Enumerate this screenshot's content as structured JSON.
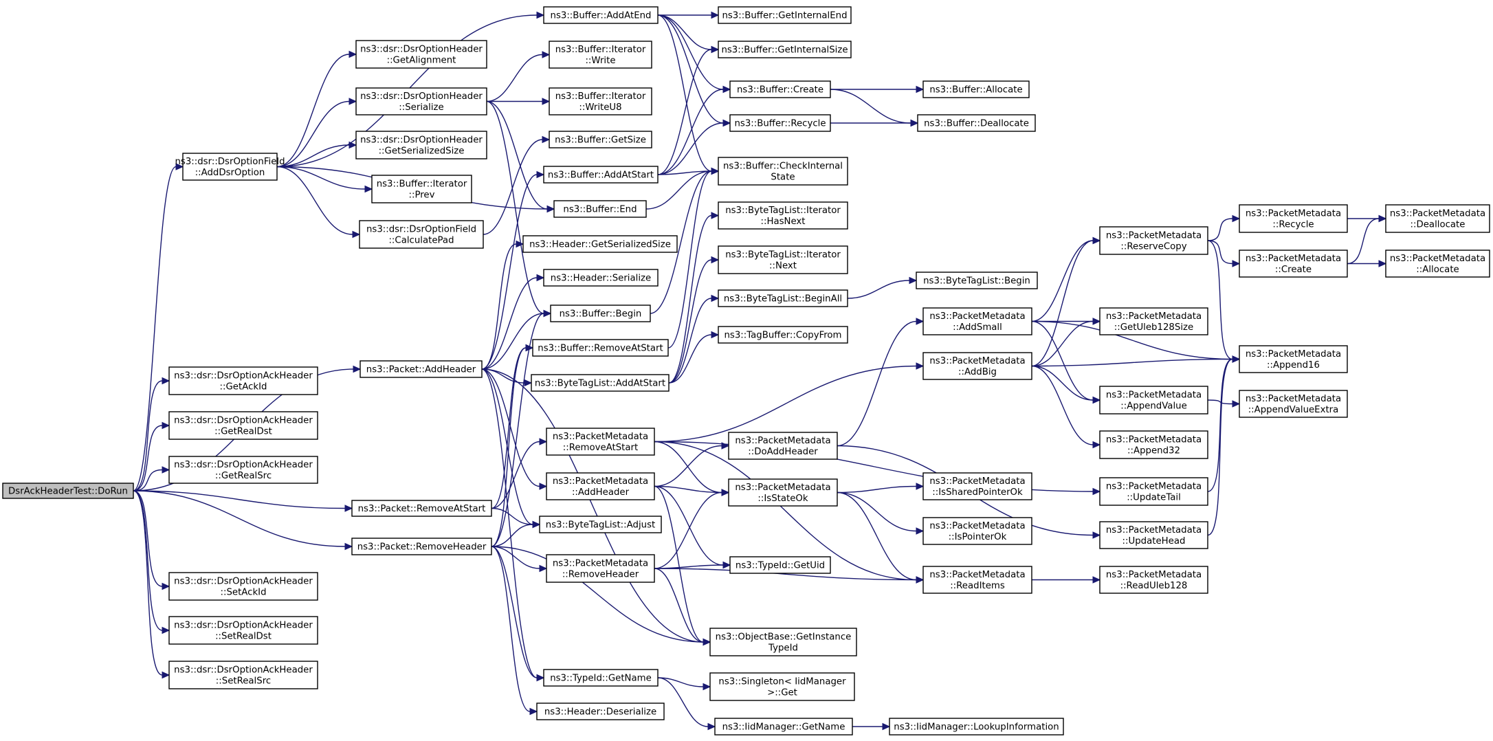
{
  "colors": {
    "edge": "#191970",
    "node_border": "#000000",
    "root_fill": "#bfbfbf",
    "node_fill": "#ffffff"
  },
  "nodes": [
    {
      "id": "root",
      "lines": [
        "DsrAckHeaderTest::DoRun"
      ],
      "root": true
    },
    {
      "id": "addDsrOption",
      "lines": [
        "ns3::dsr::DsrOptionField",
        "::AddDsrOption"
      ]
    },
    {
      "id": "addHeader",
      "lines": [
        "ns3::Packet::AddHeader"
      ]
    },
    {
      "id": "getAckId",
      "lines": [
        "ns3::dsr::DsrOptionAckHeader",
        "::GetAckId"
      ]
    },
    {
      "id": "getRealDst",
      "lines": [
        "ns3::dsr::DsrOptionAckHeader",
        "::GetRealDst"
      ]
    },
    {
      "id": "getRealSrc",
      "lines": [
        "ns3::dsr::DsrOptionAckHeader",
        "::GetRealSrc"
      ]
    },
    {
      "id": "pktRemoveAtStart",
      "lines": [
        "ns3::Packet::RemoveAtStart"
      ]
    },
    {
      "id": "pktRemoveHeader",
      "lines": [
        "ns3::Packet::RemoveHeader"
      ]
    },
    {
      "id": "setAckId",
      "lines": [
        "ns3::dsr::DsrOptionAckHeader",
        "::SetAckId"
      ]
    },
    {
      "id": "setRealDst",
      "lines": [
        "ns3::dsr::DsrOptionAckHeader",
        "::SetRealDst"
      ]
    },
    {
      "id": "setRealSrc",
      "lines": [
        "ns3::dsr::DsrOptionAckHeader",
        "::SetRealSrc"
      ]
    },
    {
      "id": "getAlignment",
      "lines": [
        "ns3::dsr::DsrOptionHeader",
        "::GetAlignment"
      ]
    },
    {
      "id": "ohSerialize",
      "lines": [
        "ns3::dsr::DsrOptionHeader",
        "::Serialize"
      ]
    },
    {
      "id": "ohGetSerSize",
      "lines": [
        "ns3::dsr::DsrOptionHeader",
        "::GetSerializedSize"
      ]
    },
    {
      "id": "iterPrev",
      "lines": [
        "ns3::Buffer::Iterator",
        "::Prev"
      ]
    },
    {
      "id": "calcPad",
      "lines": [
        "ns3::dsr::DsrOptionField",
        "::CalculatePad"
      ]
    },
    {
      "id": "bufAddAtEnd",
      "lines": [
        "ns3::Buffer::AddAtEnd"
      ]
    },
    {
      "id": "iterWrite",
      "lines": [
        "ns3::Buffer::Iterator",
        "::Write"
      ]
    },
    {
      "id": "iterWriteU8",
      "lines": [
        "ns3::Buffer::Iterator",
        "::WriteU8"
      ]
    },
    {
      "id": "bufGetSize",
      "lines": [
        "ns3::Buffer::GetSize"
      ]
    },
    {
      "id": "bufAddAtStart",
      "lines": [
        "ns3::Buffer::AddAtStart"
      ]
    },
    {
      "id": "bufEnd",
      "lines": [
        "ns3::Buffer::End"
      ]
    },
    {
      "id": "hdrGetSerSize",
      "lines": [
        "ns3::Header::GetSerializedSize"
      ]
    },
    {
      "id": "hdrSerialize",
      "lines": [
        "ns3::Header::Serialize"
      ]
    },
    {
      "id": "bufBegin",
      "lines": [
        "ns3::Buffer::Begin"
      ]
    },
    {
      "id": "bufRemoveAtStart",
      "lines": [
        "ns3::Buffer::RemoveAtStart"
      ]
    },
    {
      "id": "btlAddAtStart",
      "lines": [
        "ns3::ByteTagList::AddAtStart"
      ]
    },
    {
      "id": "pmRemoveAtStart",
      "lines": [
        "ns3::PacketMetadata",
        "::RemoveAtStart"
      ]
    },
    {
      "id": "pmAddHeader",
      "lines": [
        "ns3::PacketMetadata",
        "::AddHeader"
      ]
    },
    {
      "id": "btlAdjust",
      "lines": [
        "ns3::ByteTagList::Adjust"
      ]
    },
    {
      "id": "pmRemoveHeader",
      "lines": [
        "ns3::PacketMetadata",
        "::RemoveHeader"
      ]
    },
    {
      "id": "typeIdGetName",
      "lines": [
        "ns3::TypeId::GetName"
      ]
    },
    {
      "id": "hdrDeserialize",
      "lines": [
        "ns3::Header::Deserialize"
      ]
    },
    {
      "id": "bufGetInternalEnd",
      "lines": [
        "ns3::Buffer::GetInternalEnd"
      ]
    },
    {
      "id": "bufGetInternalSize",
      "lines": [
        "ns3::Buffer::GetInternalSize"
      ]
    },
    {
      "id": "bufCreate",
      "lines": [
        "ns3::Buffer::Create"
      ]
    },
    {
      "id": "bufRecycle",
      "lines": [
        "ns3::Buffer::Recycle"
      ]
    },
    {
      "id": "bufCheckInternalState",
      "lines": [
        "ns3::Buffer::CheckInternal",
        "State"
      ]
    },
    {
      "id": "btlIterHasNext",
      "lines": [
        "ns3::ByteTagList::Iterator",
        "::HasNext"
      ]
    },
    {
      "id": "btlIterNext",
      "lines": [
        "ns3::ByteTagList::Iterator",
        "::Next"
      ]
    },
    {
      "id": "btlBeginAll",
      "lines": [
        "ns3::ByteTagList::BeginAll"
      ]
    },
    {
      "id": "tagBufCopyFrom",
      "lines": [
        "ns3::TagBuffer::CopyFrom"
      ]
    },
    {
      "id": "pmDoAddHeader",
      "lines": [
        "ns3::PacketMetadata",
        "::DoAddHeader"
      ]
    },
    {
      "id": "pmIsStateOk",
      "lines": [
        "ns3::PacketMetadata",
        "::IsStateOk"
      ]
    },
    {
      "id": "typeIdGetUid",
      "lines": [
        "ns3::TypeId::GetUid"
      ]
    },
    {
      "id": "objGetInstanceTypeId",
      "lines": [
        "ns3::ObjectBase::GetInstance",
        "TypeId"
      ]
    },
    {
      "id": "singletonGet",
      "lines": [
        "ns3::Singleton< IidManager",
        ">::Get"
      ]
    },
    {
      "id": "iidGetName",
      "lines": [
        "ns3::IidManager::GetName"
      ]
    },
    {
      "id": "bufAllocate",
      "lines": [
        "ns3::Buffer::Allocate"
      ]
    },
    {
      "id": "bufDeallocate",
      "lines": [
        "ns3::Buffer::Deallocate"
      ]
    },
    {
      "id": "btlBegin",
      "lines": [
        "ns3::ByteTagList::Begin"
      ]
    },
    {
      "id": "pmAddSmall",
      "lines": [
        "ns3::PacketMetadata",
        "::AddSmall"
      ]
    },
    {
      "id": "pmAddBig",
      "lines": [
        "ns3::PacketMetadata",
        "::AddBig"
      ]
    },
    {
      "id": "pmIsSharedPointerOk",
      "lines": [
        "ns3::PacketMetadata",
        "::IsSharedPointerOk"
      ]
    },
    {
      "id": "pmIsPointerOk",
      "lines": [
        "ns3::PacketMetadata",
        "::IsPointerOk"
      ]
    },
    {
      "id": "pmReadItems",
      "lines": [
        "ns3::PacketMetadata",
        "::ReadItems"
      ]
    },
    {
      "id": "iidLookupInfo",
      "lines": [
        "ns3::IidManager::LookupInformation"
      ]
    },
    {
      "id": "pmReserveCopy",
      "lines": [
        "ns3::PacketMetadata",
        "::ReserveCopy"
      ]
    },
    {
      "id": "pmGetUleb128Size",
      "lines": [
        "ns3::PacketMetadata",
        "::GetUleb128Size"
      ]
    },
    {
      "id": "pmAppendValue",
      "lines": [
        "ns3::PacketMetadata",
        "::AppendValue"
      ]
    },
    {
      "id": "pmAppend32",
      "lines": [
        "ns3::PacketMetadata",
        "::Append32"
      ]
    },
    {
      "id": "pmUpdateTail",
      "lines": [
        "ns3::PacketMetadata",
        "::UpdateTail"
      ]
    },
    {
      "id": "pmUpdateHead",
      "lines": [
        "ns3::PacketMetadata",
        "::UpdateHead"
      ]
    },
    {
      "id": "pmReadUleb128",
      "lines": [
        "ns3::PacketMetadata",
        "::ReadUleb128"
      ]
    },
    {
      "id": "pmRecycle",
      "lines": [
        "ns3::PacketMetadata",
        "::Recycle"
      ]
    },
    {
      "id": "pmCreate",
      "lines": [
        "ns3::PacketMetadata",
        "::Create"
      ]
    },
    {
      "id": "pmAppend16",
      "lines": [
        "ns3::PacketMetadata",
        "::Append16"
      ]
    },
    {
      "id": "pmAppendValueExtra",
      "lines": [
        "ns3::PacketMetadata",
        "::AppendValueExtra"
      ]
    },
    {
      "id": "pmDeallocate",
      "lines": [
        "ns3::PacketMetadata",
        "::Deallocate"
      ]
    },
    {
      "id": "pmAllocate",
      "lines": [
        "ns3::PacketMetadata",
        "::Allocate"
      ]
    }
  ],
  "edges": [
    [
      "root",
      "addDsrOption"
    ],
    [
      "root",
      "addHeader"
    ],
    [
      "root",
      "getAckId"
    ],
    [
      "root",
      "getRealDst"
    ],
    [
      "root",
      "getRealSrc"
    ],
    [
      "root",
      "pktRemoveAtStart"
    ],
    [
      "root",
      "pktRemoveHeader"
    ],
    [
      "root",
      "setAckId"
    ],
    [
      "root",
      "setRealDst"
    ],
    [
      "root",
      "setRealSrc"
    ],
    [
      "addDsrOption",
      "getAlignment"
    ],
    [
      "addDsrOption",
      "ohSerialize"
    ],
    [
      "addDsrOption",
      "ohGetSerSize"
    ],
    [
      "addDsrOption",
      "iterPrev"
    ],
    [
      "addDsrOption",
      "calcPad"
    ],
    [
      "addDsrOption",
      "bufAddAtEnd"
    ],
    [
      "addDsrOption",
      "bufEnd"
    ],
    [
      "ohSerialize",
      "iterWrite"
    ],
    [
      "ohSerialize",
      "iterWriteU8"
    ],
    [
      "ohSerialize",
      "bufBegin"
    ],
    [
      "ohSerialize",
      "bufEnd"
    ],
    [
      "calcPad",
      "bufGetSize"
    ],
    [
      "bufAddAtEnd",
      "bufGetInternalEnd"
    ],
    [
      "bufAddAtEnd",
      "bufGetInternalSize"
    ],
    [
      "bufAddAtEnd",
      "bufCreate"
    ],
    [
      "bufAddAtEnd",
      "bufRecycle"
    ],
    [
      "bufAddAtEnd",
      "bufCheckInternalState"
    ],
    [
      "bufAddAtStart",
      "bufGetInternalSize"
    ],
    [
      "bufAddAtStart",
      "bufCreate"
    ],
    [
      "bufAddAtStart",
      "bufRecycle"
    ],
    [
      "bufAddAtStart",
      "bufCheckInternalState"
    ],
    [
      "bufEnd",
      "bufCheckInternalState"
    ],
    [
      "bufBegin",
      "bufCheckInternalState"
    ],
    [
      "bufRemoveAtStart",
      "bufCheckInternalState"
    ],
    [
      "bufCreate",
      "bufAllocate"
    ],
    [
      "bufCreate",
      "bufDeallocate"
    ],
    [
      "bufRecycle",
      "bufDeallocate"
    ],
    [
      "addHeader",
      "bufAddAtStart"
    ],
    [
      "addHeader",
      "hdrGetSerSize"
    ],
    [
      "addHeader",
      "hdrSerialize"
    ],
    [
      "addHeader",
      "bufBegin"
    ],
    [
      "addHeader",
      "btlAddAtStart"
    ],
    [
      "addHeader",
      "pmAddHeader"
    ],
    [
      "addHeader",
      "btlAdjust"
    ],
    [
      "addHeader",
      "typeIdGetName"
    ],
    [
      "addHeader",
      "objGetInstanceTypeId"
    ],
    [
      "pktRemoveAtStart",
      "bufRemoveAtStart"
    ],
    [
      "pktRemoveAtStart",
      "pmRemoveAtStart"
    ],
    [
      "pktRemoveAtStart",
      "btlAdjust"
    ],
    [
      "pktRemoveHeader",
      "bufBegin"
    ],
    [
      "pktRemoveHeader",
      "bufRemoveAtStart"
    ],
    [
      "pktRemoveHeader",
      "pmRemoveHeader"
    ],
    [
      "pktRemoveHeader",
      "btlAdjust"
    ],
    [
      "pktRemoveHeader",
      "typeIdGetName"
    ],
    [
      "pktRemoveHeader",
      "objGetInstanceTypeId"
    ],
    [
      "pktRemoveHeader",
      "hdrDeserialize"
    ],
    [
      "btlAddAtStart",
      "btlIterHasNext"
    ],
    [
      "btlAddAtStart",
      "btlIterNext"
    ],
    [
      "btlAddAtStart",
      "btlBeginAll"
    ],
    [
      "btlAddAtStart",
      "tagBufCopyFrom"
    ],
    [
      "btlBeginAll",
      "btlBegin"
    ],
    [
      "pmRemoveAtStart",
      "pmAddBig"
    ],
    [
      "pmRemoveAtStart",
      "pmIsStateOk"
    ],
    [
      "pmRemoveAtStart",
      "pmUpdateTail"
    ],
    [
      "pmRemoveAtStart",
      "pmReadItems"
    ],
    [
      "pmAddHeader",
      "pmDoAddHeader"
    ],
    [
      "pmAddHeader",
      "pmIsStateOk"
    ],
    [
      "pmAddHeader",
      "typeIdGetUid"
    ],
    [
      "pmAddHeader",
      "objGetInstanceTypeId"
    ],
    [
      "pmRemoveHeader",
      "pmIsStateOk"
    ],
    [
      "pmRemoveHeader",
      "typeIdGetUid"
    ],
    [
      "pmRemoveHeader",
      "pmReadItems"
    ],
    [
      "pmRemoveHeader",
      "objGetInstanceTypeId"
    ],
    [
      "pmDoAddHeader",
      "pmAddSmall"
    ],
    [
      "pmDoAddHeader",
      "pmUpdateHead"
    ],
    [
      "pmIsStateOk",
      "pmIsSharedPointerOk"
    ],
    [
      "pmIsStateOk",
      "pmIsPointerOk"
    ],
    [
      "pmIsStateOk",
      "pmReadItems"
    ],
    [
      "pmReadItems",
      "pmReadUleb128"
    ],
    [
      "typeIdGetName",
      "singletonGet"
    ],
    [
      "typeIdGetName",
      "iidGetName"
    ],
    [
      "iidGetName",
      "iidLookupInfo"
    ],
    [
      "pmAddSmall",
      "pmReserveCopy"
    ],
    [
      "pmAddSmall",
      "pmGetUleb128Size"
    ],
    [
      "pmAddSmall",
      "pmAppendValue"
    ],
    [
      "pmAddSmall",
      "pmAppend16"
    ],
    [
      "pmAddBig",
      "pmReserveCopy"
    ],
    [
      "pmAddBig",
      "pmGetUleb128Size"
    ],
    [
      "pmAddBig",
      "pmAppendValue"
    ],
    [
      "pmAddBig",
      "pmAppend32"
    ],
    [
      "pmAddBig",
      "pmAppend16"
    ],
    [
      "pmReserveCopy",
      "pmRecycle"
    ],
    [
      "pmReserveCopy",
      "pmCreate"
    ],
    [
      "pmReserveCopy",
      "pmAppend16"
    ],
    [
      "pmAppendValue",
      "pmAppendValueExtra"
    ],
    [
      "pmUpdateTail",
      "pmAppend16"
    ],
    [
      "pmUpdateHead",
      "pmAppend16"
    ],
    [
      "pmRecycle",
      "pmDeallocate"
    ],
    [
      "pmCreate",
      "pmDeallocate"
    ],
    [
      "pmCreate",
      "pmAllocate"
    ]
  ]
}
